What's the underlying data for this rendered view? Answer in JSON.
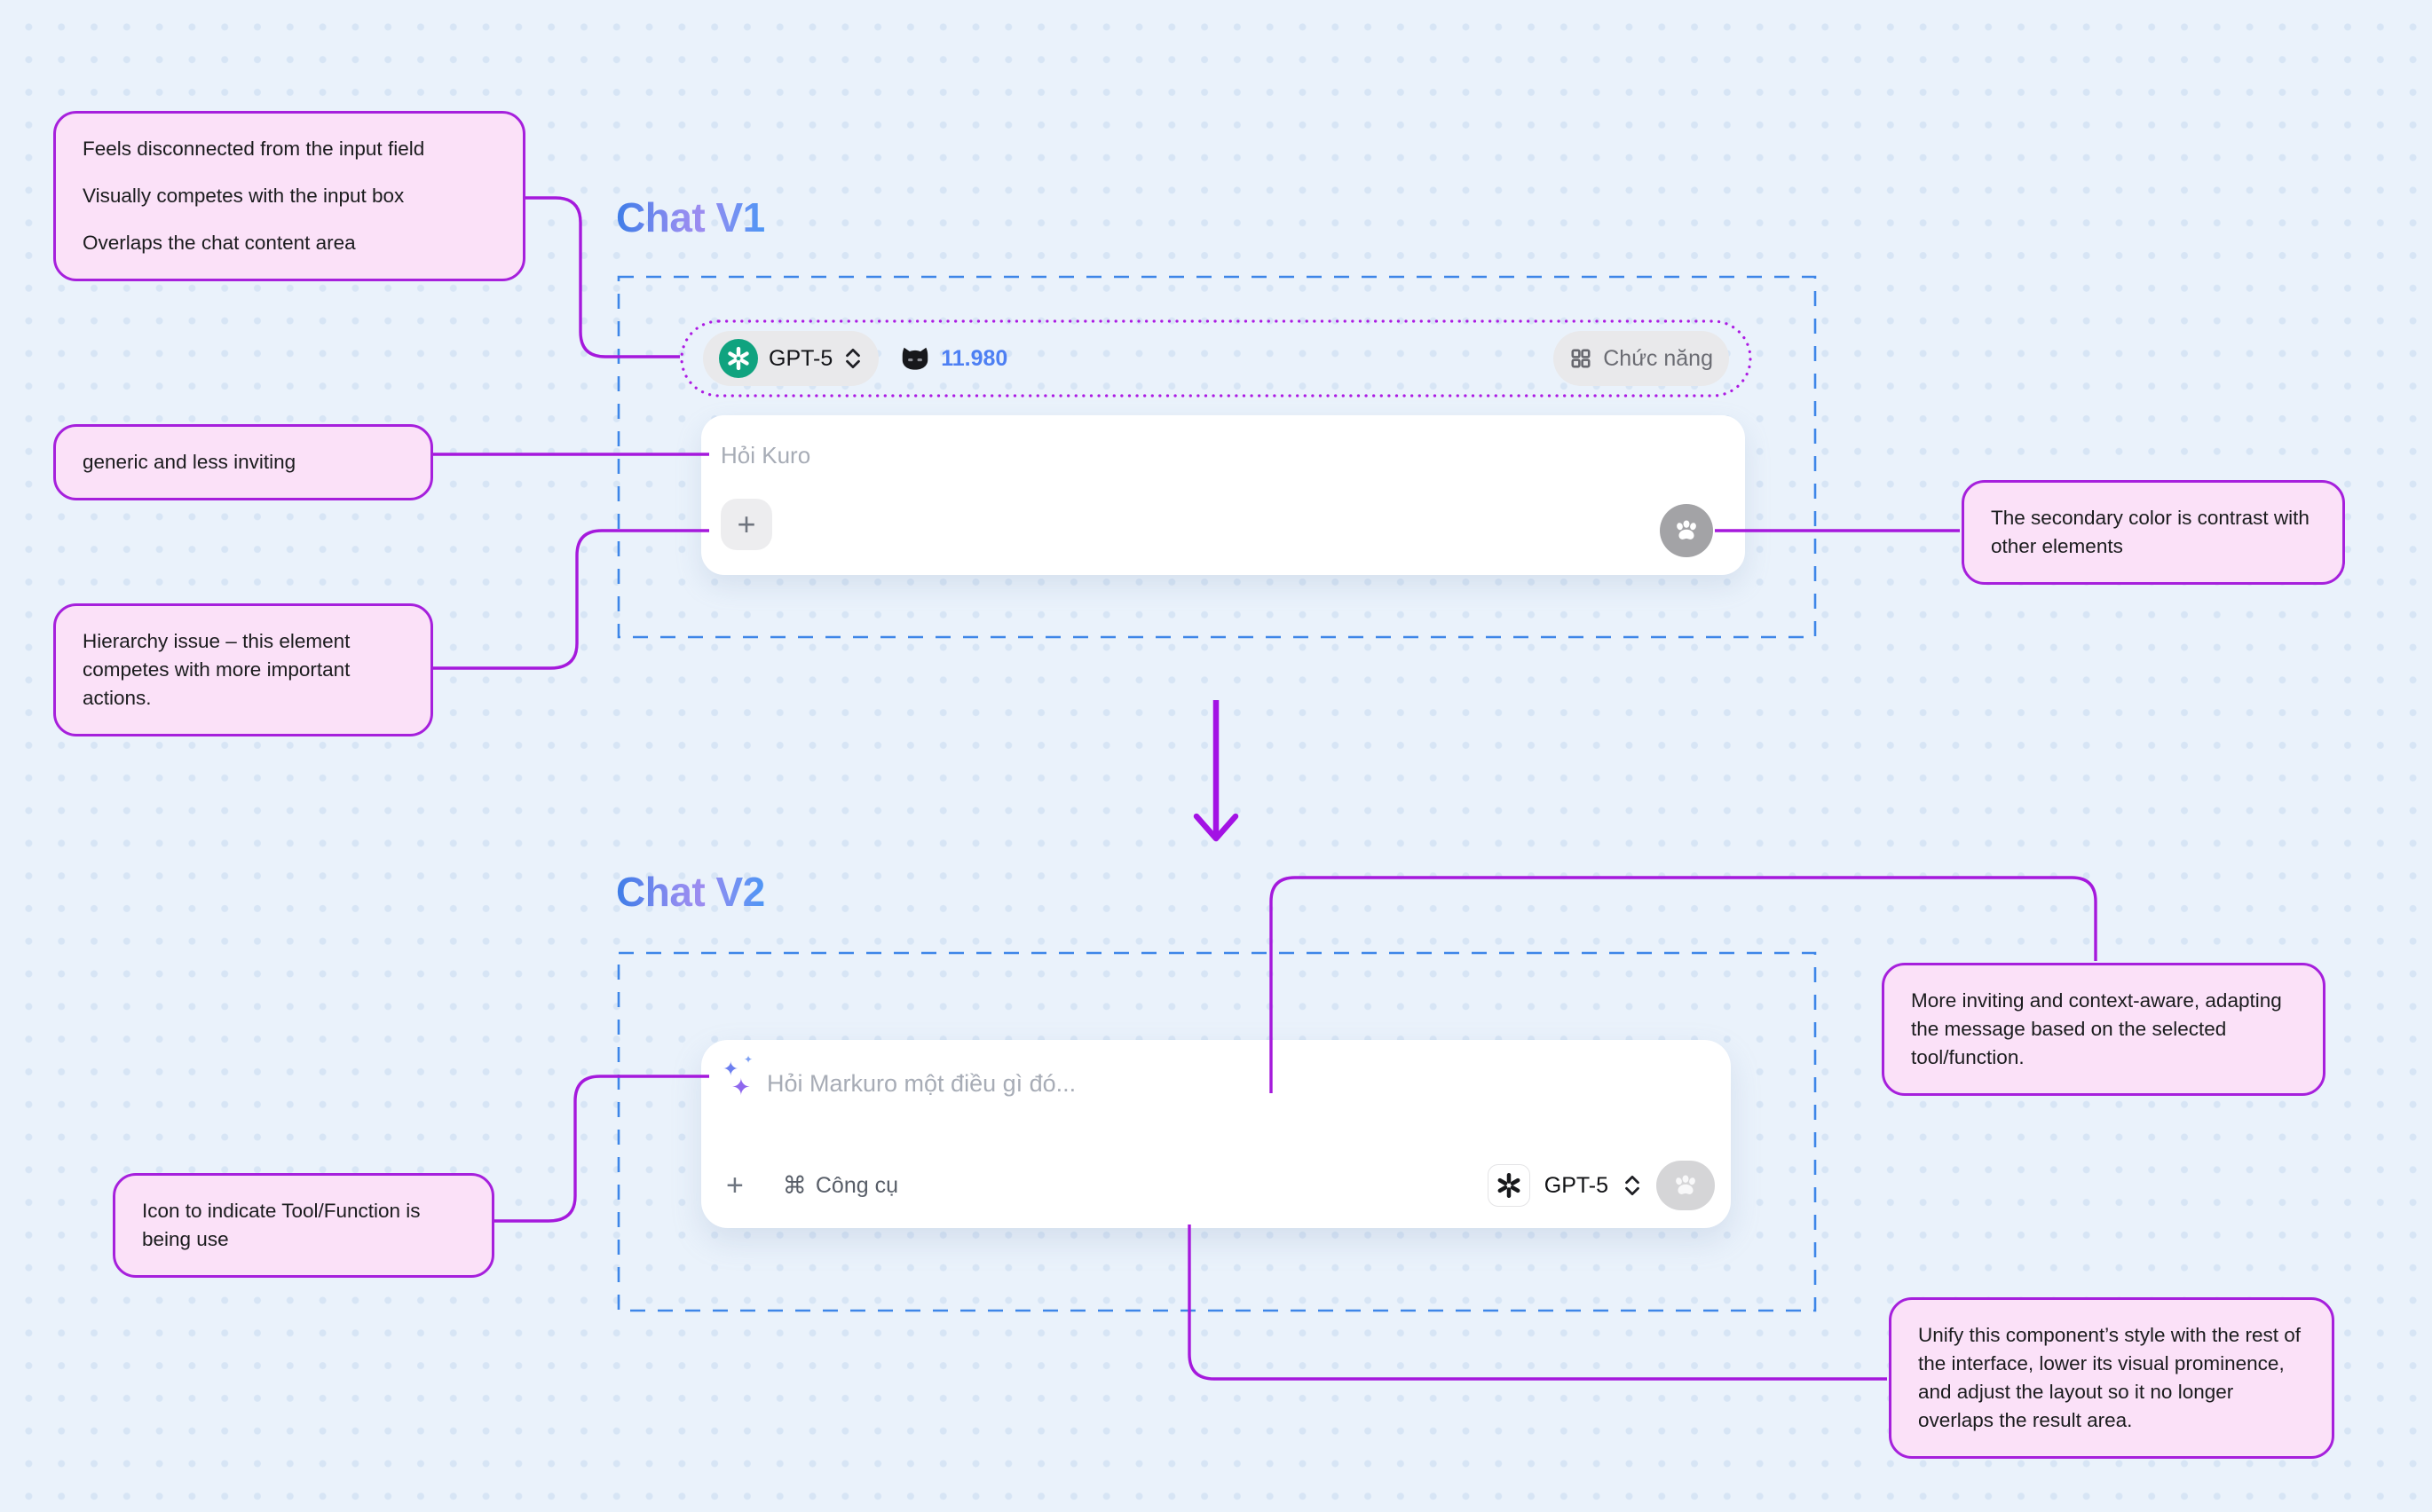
{
  "colors": {
    "background": "#EAF2FB",
    "dot": "#D7E5F5",
    "callout_bg": "#FBE1F8",
    "callout_border": "#A620DC",
    "connector": "#A519DC",
    "frame_dash_blue": "#3E86E8",
    "toolbar_dotted_purple": "#AC1BE3",
    "title_gradient": [
      "#3D7DE8",
      "#9C8CF0",
      "#4D96F5"
    ],
    "openai_green": "#10A37F",
    "token_blue": "#4D7FF3"
  },
  "icons": {
    "sparkle": "✦"
  },
  "callouts": {
    "disconnected": {
      "lines": [
        "Feels disconnected from the input field",
        "Visually competes with the input box",
        "Overlaps the chat content area"
      ]
    },
    "generic": {
      "text": "generic and less inviting"
    },
    "hierarchy": {
      "text": "Hierarchy issue – this element competes with more important actions."
    },
    "secondary_color": {
      "text": "The secondary color is contrast with other elements"
    },
    "more_inviting": {
      "text": "More inviting and context-aware, adapting the message based on the selected tool/function."
    },
    "tool_icon": {
      "text": "Icon to indicate Tool/Function is being use"
    },
    "unify": {
      "text": "Unify this component’s style with the rest of the interface, lower its visual prominence, and adjust the layout so it no longer overlaps the result area."
    }
  },
  "chat_v1": {
    "title": "Chat V1",
    "model_label": "GPT-5",
    "token_count": "11.980",
    "functions_label": "Chức năng",
    "placeholder": "Hỏi Kuro",
    "add_label": "+"
  },
  "chat_v2": {
    "title": "Chat V2",
    "placeholder": "Hỏi Markuro một điều gì đó...",
    "command_glyph": "⌘",
    "tools_label": "Công cụ",
    "model_label": "GPT-5",
    "add_label": "+"
  }
}
